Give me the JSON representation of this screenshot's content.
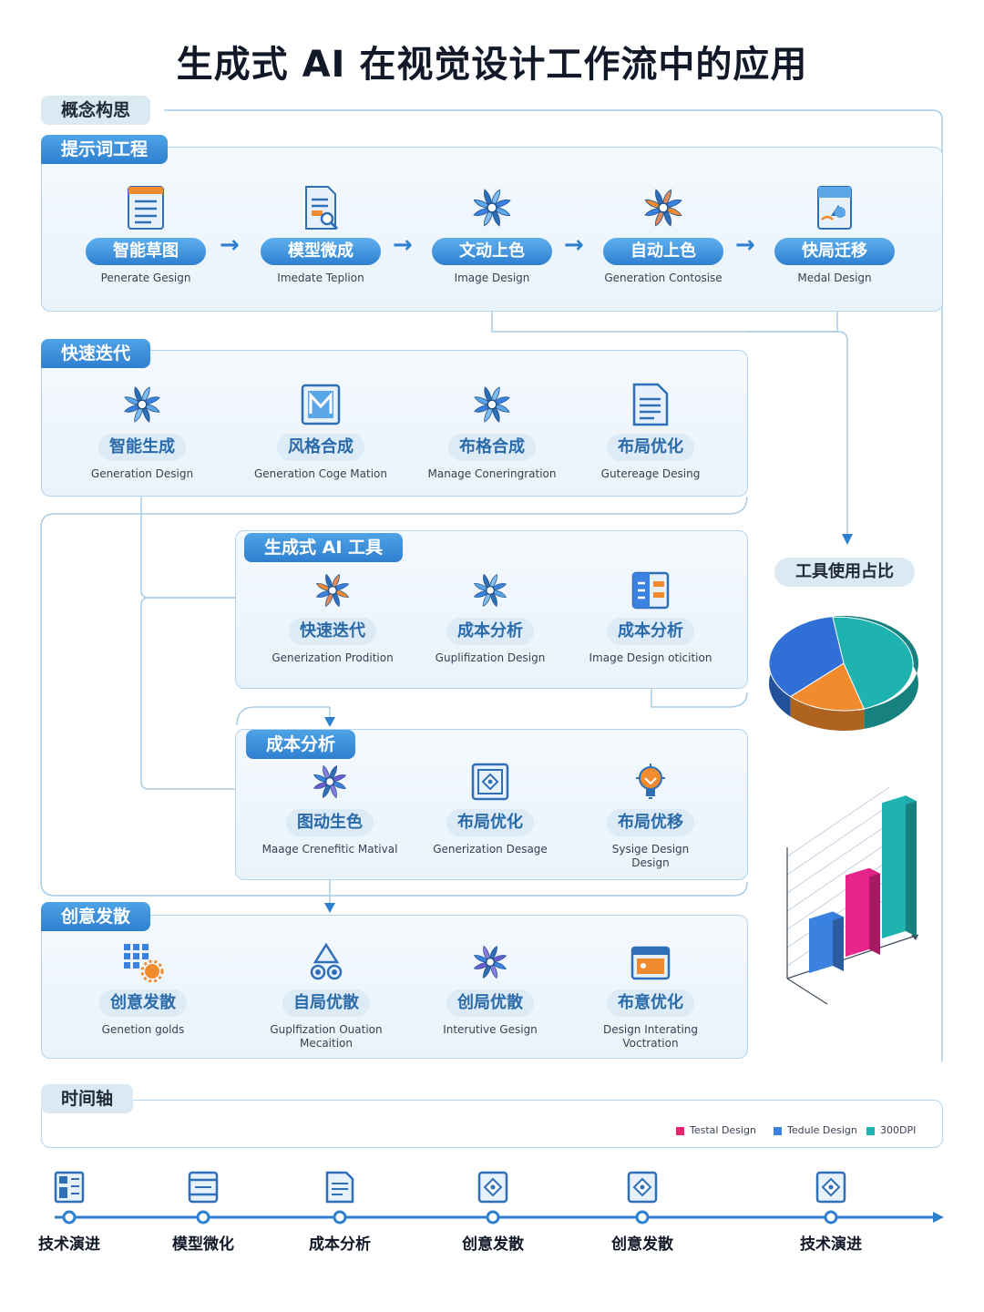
{
  "title": "生成式 AI 在视觉设计工作流中的应用",
  "concept_label": "概念构思",
  "prompt_section": {
    "tab": "提示词工程",
    "items": [
      {
        "label": "智能草图",
        "sub": "Penerate Gesign",
        "icon": "document-list-icon"
      },
      {
        "label": "模型微成",
        "sub": "Imedate Teplion",
        "icon": "document-search-icon"
      },
      {
        "label": "文动上色",
        "sub": "Image Design",
        "icon": "pinwheel-icon"
      },
      {
        "label": "自动上色",
        "sub": "Generation Contosise",
        "icon": "pinwheel-icon"
      },
      {
        "label": "快局迁移",
        "sub": "Medal Design",
        "icon": "image-transfer-icon"
      }
    ]
  },
  "iterate_section": {
    "tab": "快速迭代",
    "items": [
      {
        "label": "智能生成",
        "sub": "Generation Design",
        "icon": "pinwheel-icon"
      },
      {
        "label": "风格合成",
        "sub": "Generation Coge Mation",
        "icon": "style-frame-icon"
      },
      {
        "label": "布格合成",
        "sub": "Manage Coneringration",
        "icon": "pinwheel-icon"
      },
      {
        "label": "布局优化",
        "sub": "Gutereage Desing",
        "icon": "document-lines-icon"
      }
    ]
  },
  "tools_section": {
    "tab": "生成式 AI 工具",
    "items": [
      {
        "label": "快速迭代",
        "sub": "Generization Prodition",
        "icon": "pinwheel-icon"
      },
      {
        "label": "成本分析",
        "sub": "Guplifization Design",
        "icon": "pinwheel-icon"
      },
      {
        "label": "成本分析",
        "sub": "Image Design oticition",
        "icon": "grid-document-icon"
      }
    ]
  },
  "cost_section": {
    "tab": "成本分析",
    "items": [
      {
        "label": "图动生色",
        "sub": "Maage Crenefitic Matival",
        "icon": "pinwheel-icon"
      },
      {
        "label": "布局优化",
        "sub": "Generization Desage",
        "icon": "frame-diamond-icon"
      },
      {
        "label": "布局优移",
        "sub": "Sysige Design Design",
        "icon": "lightbulb-icon"
      }
    ]
  },
  "creative_section": {
    "tab": "创意发散",
    "items": [
      {
        "label": "创意发散",
        "sub": "Genetion golds",
        "icon": "dot-grid-gear-icon"
      },
      {
        "label": "自局优散",
        "sub": "Guplfization Ouation Mecaition",
        "icon": "triangle-circles-icon"
      },
      {
        "label": "创局优散",
        "sub": "Interutive Gesign",
        "icon": "pinwheel-icon"
      },
      {
        "label": "布意优化",
        "sub": "Design Interating Voctration",
        "icon": "browser-window-icon"
      }
    ]
  },
  "tool_usage_label": "工具使用占比",
  "pie_chart": {
    "slices": [
      {
        "name": "teal",
        "value": 48,
        "color": "#1fb3b0"
      },
      {
        "name": "orange",
        "value": 17,
        "color": "#f28a2e"
      },
      {
        "name": "blue",
        "value": 35,
        "color": "#2f6fd6"
      }
    ]
  },
  "bar_chart": {
    "values": [
      28,
      42,
      70
    ],
    "colors": [
      "#3b82e0",
      "#e8238a",
      "#1fb3b0"
    ]
  },
  "timeline": {
    "tab": "时间轴",
    "legend": [
      {
        "label": "Testal Design",
        "color": "#e8236f"
      },
      {
        "label": "Tedule Design",
        "color": "#3b82e0"
      },
      {
        "label": "300DPI",
        "color": "#1fb3b0"
      }
    ],
    "items": [
      {
        "label": "技术演进",
        "icon": "layout-grid-icon"
      },
      {
        "label": "模型微化",
        "icon": "film-frame-icon"
      },
      {
        "label": "成本分析",
        "icon": "document-lines-icon"
      },
      {
        "label": "创意发散",
        "icon": "frame-diamond-icon"
      },
      {
        "label": "创意发散",
        "icon": "frame-diamond-icon"
      },
      {
        "label": "技术演进",
        "icon": "frame-diamond-icon"
      }
    ]
  }
}
